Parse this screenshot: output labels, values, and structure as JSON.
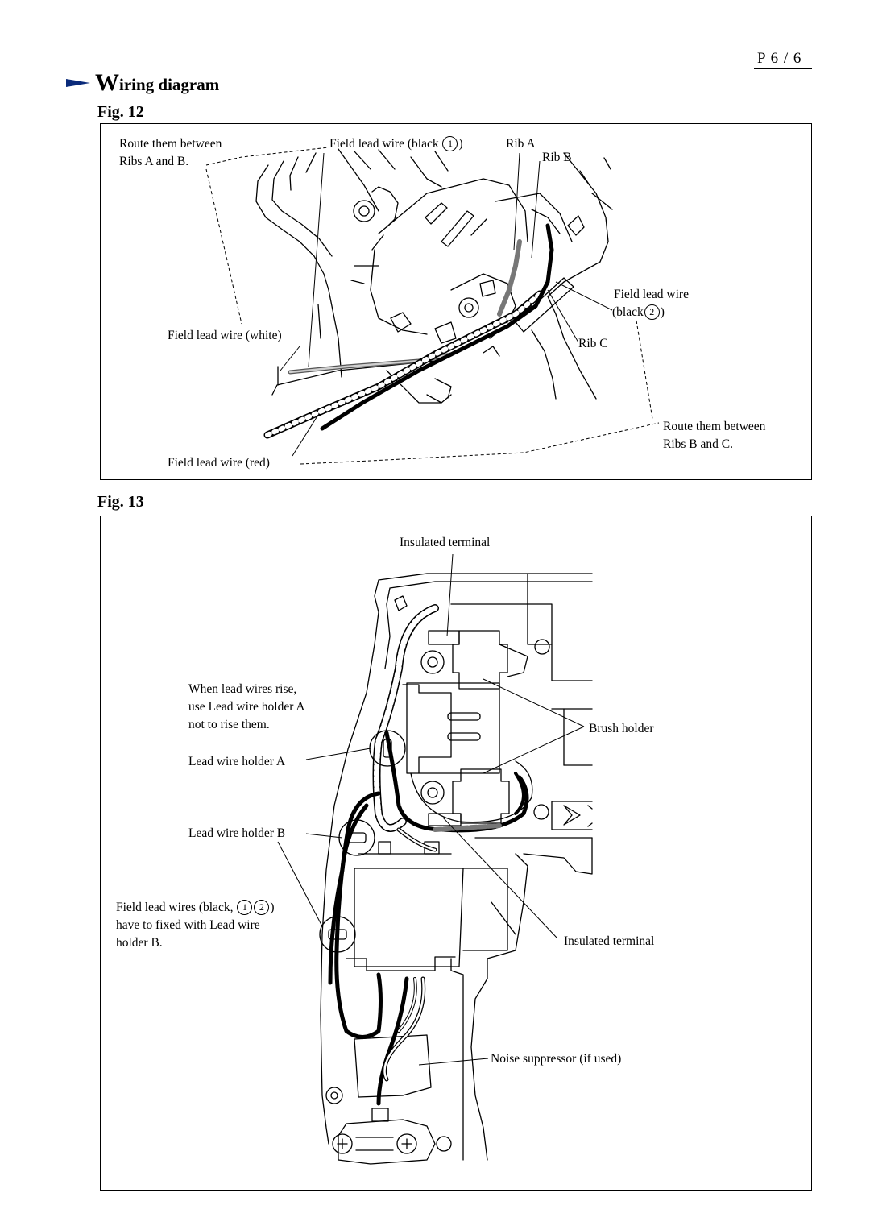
{
  "header": {
    "page_number": "P 6 / 6",
    "title_initial": "W",
    "title_rest": "iring  diagram"
  },
  "fig12": {
    "caption": "Fig. 12",
    "labels": {
      "route_ab_1": "Route them between",
      "route_ab_2": "Ribs A and B.",
      "field_black1_prefix": "Field lead wire (black",
      "field_black1_num": "1",
      "field_black1_suffix": ")",
      "rib_a": "Rib A",
      "rib_b": "Rib B",
      "field_black2_1": "Field lead wire",
      "field_black2_prefix": "(black",
      "field_black2_num": "2",
      "field_black2_suffix": ")",
      "rib_c": "Rib C",
      "field_white": "Field lead wire (white)",
      "route_bc_1": "Route them between",
      "route_bc_2": "Ribs B and C.",
      "field_red": "Field lead wire (red)"
    }
  },
  "fig13": {
    "caption": "Fig. 13",
    "labels": {
      "insulated_top": "Insulated terminal",
      "when_rise_1": "When lead wires rise,",
      "when_rise_2": "use Lead wire holder A",
      "when_rise_3": "not to rise them.",
      "holder_a": "Lead wire holder A",
      "brush_holder": "Brush holder",
      "holder_b": "Lead wire holder B",
      "field_wires_prefix": "Field lead wires (black,",
      "field_wires_num1": "1",
      "field_wires_num2": "2",
      "field_wires_suffix": ")",
      "field_wires_2": "have to fixed with Lead wire",
      "field_wires_3": "holder B.",
      "insulated_bottom": "Insulated terminal",
      "noise_suppressor": "Noise suppressor (if used)"
    }
  }
}
